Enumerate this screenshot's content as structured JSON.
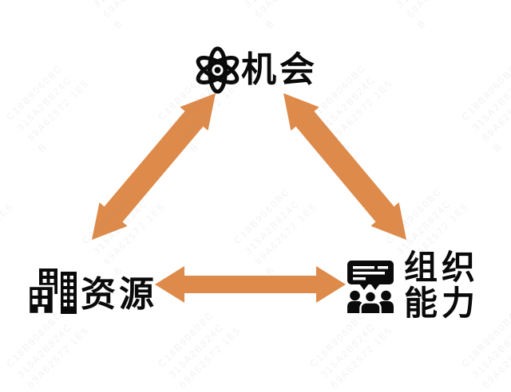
{
  "diagram": {
    "nodes": [
      {
        "id": "opportunity",
        "label": "机会",
        "icon": "atom-icon"
      },
      {
        "id": "resources",
        "label": "资源",
        "icon": "buildings-icon"
      },
      {
        "id": "organizational-capability",
        "label": "组织能力",
        "label_lines": [
          "组织",
          "能力"
        ],
        "icon": "presentation-team-icon"
      }
    ],
    "edges": [
      {
        "from": "resources",
        "to": "opportunity",
        "style": "double-headed-arrow"
      },
      {
        "from": "opportunity",
        "to": "organizational-capability",
        "style": "double-headed-arrow"
      },
      {
        "from": "resources",
        "to": "organizational-capability",
        "style": "double-headed-arrow"
      }
    ],
    "colors": {
      "arrow": "#DD8A4A",
      "icon": "#0A0A0A",
      "text": "#0A0A0A",
      "background": "#FFFFFF"
    }
  },
  "watermark": {
    "lines": [
      "C18B9060BC",
      "315A2B824C",
      "69A62572 1E5",
      "B"
    ],
    "color": "#9A9A9A"
  }
}
